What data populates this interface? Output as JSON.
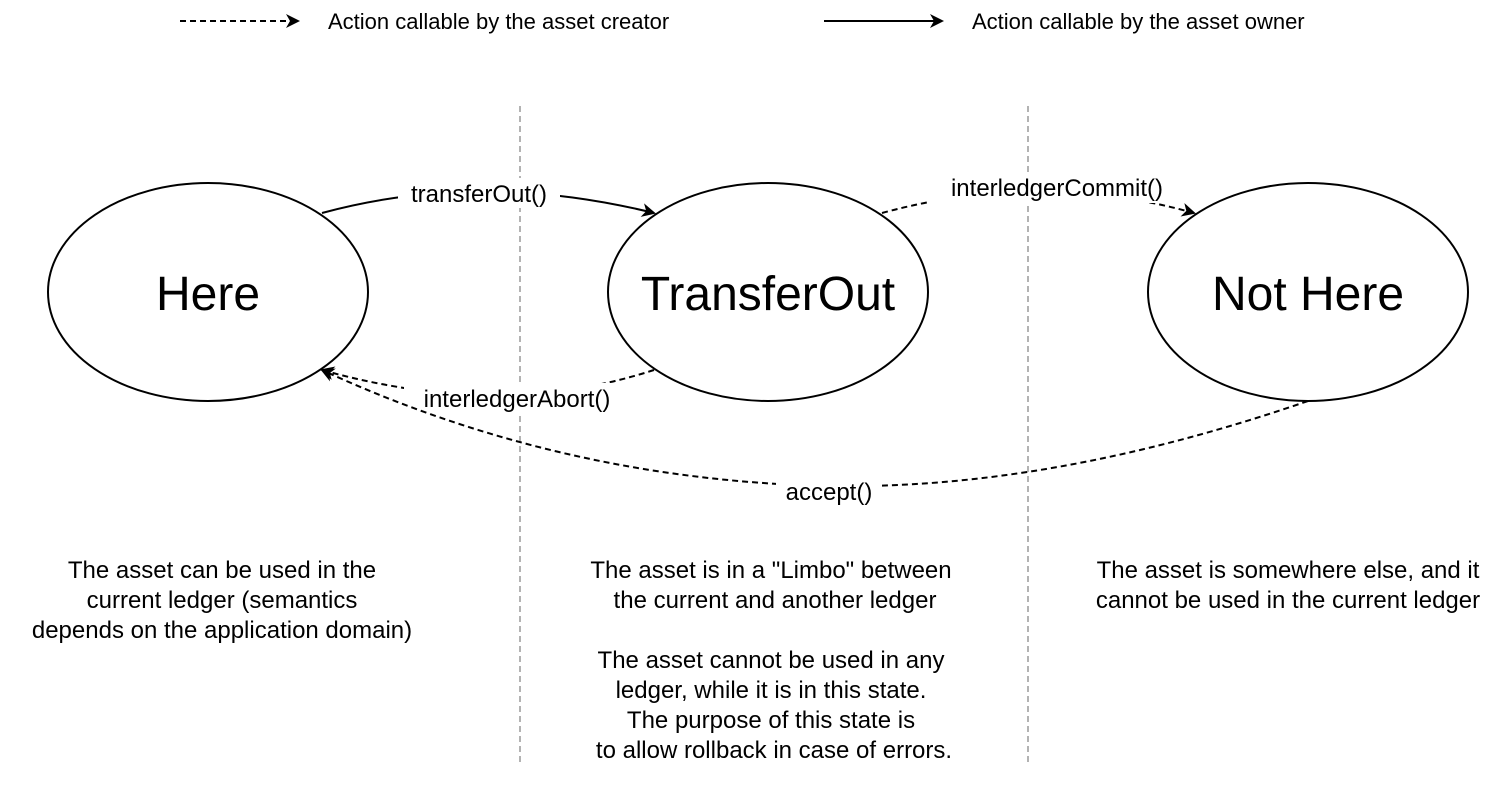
{
  "legend": {
    "creator_label": "Action callable by the asset creator",
    "owner_label": "Action callable by the asset owner"
  },
  "states": {
    "here": "Here",
    "transfer_out": "TransferOut",
    "not_here": "Not Here"
  },
  "transitions": {
    "transfer_out": "transferOut()",
    "interledger_commit": "interledgerCommit()",
    "interledger_abort": "interledgerAbort()",
    "accept": "accept()"
  },
  "descriptions": {
    "here": [
      "The asset can be used in the",
      "current ledger (semantics",
      "depends on the application domain)"
    ],
    "transfer_out": [
      "The asset is in a \"Limbo\" between",
      "the current and another ledger",
      "",
      "The asset cannot be used in any",
      "ledger, while it is in this state.",
      "The purpose of this state is",
      "to allow rollback in case of errors."
    ],
    "not_here": [
      "The asset is somewhere else, and it",
      "cannot be used in the current ledger"
    ]
  },
  "colors": {
    "stroke": "#000000",
    "divider": "#b3b3b3",
    "background": "#ffffff"
  }
}
